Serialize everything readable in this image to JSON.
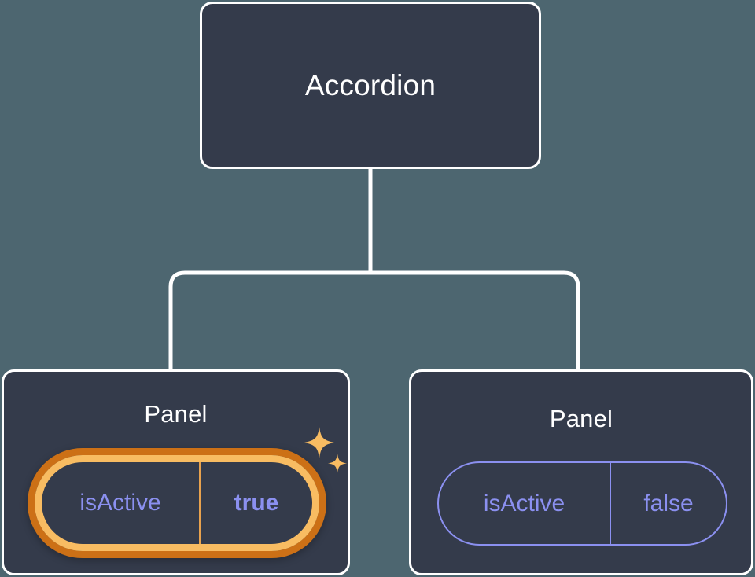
{
  "diagram": {
    "type": "component-tree",
    "background_color": "#4d6670",
    "node_fill_color": "#343b4b",
    "node_border_color": "#ffffff",
    "connector_color": "#ffffff",
    "accent_highlight_outer": "#cc7016",
    "accent_highlight_inner": "#f8bc62",
    "prop_text_color": "#8b90f0",
    "root": {
      "label": "Accordion"
    },
    "children": [
      {
        "label": "Panel",
        "highlighted": true,
        "prop": {
          "key": "isActive",
          "value": "true",
          "value_bold": true
        },
        "decoration": "sparkles-icon"
      },
      {
        "label": "Panel",
        "highlighted": false,
        "prop": {
          "key": "isActive",
          "value": "false",
          "value_bold": false
        }
      }
    ]
  }
}
